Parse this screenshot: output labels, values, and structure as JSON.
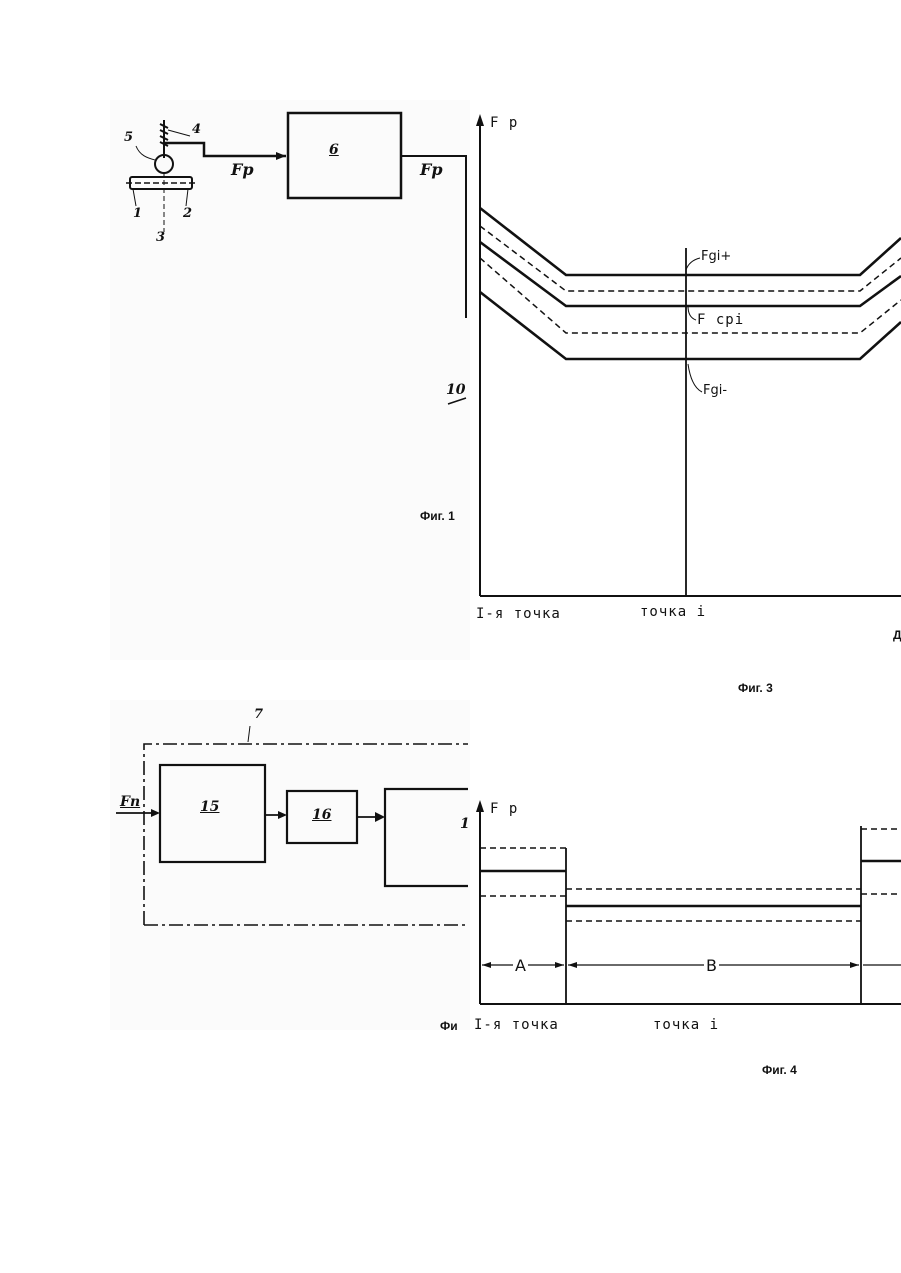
{
  "fig1": {
    "caption": "Фиг. 1",
    "parts": {
      "p1": "1",
      "p2": "2",
      "p3": "3",
      "p4": "4",
      "p5": "5",
      "box6": "6",
      "box10": "10"
    },
    "signal_left": "Fp",
    "signal_right": "Fp"
  },
  "fig2": {
    "caption_partial": "Фи",
    "frame_label": "7",
    "input": "Fn",
    "box15": "15",
    "box16": "16",
    "box17_partial": "1"
  },
  "fig3": {
    "caption": "Фиг. 3",
    "y_axis": "F p",
    "curve_labels": {
      "upper": "Fgi+",
      "mid": "F cpi",
      "lower": "Fgi-"
    },
    "x_labels": {
      "first": "I-я точка",
      "middle": "точка i",
      "right_partial": "Д"
    }
  },
  "fig4": {
    "caption": "Фиг. 4",
    "y_axis": "F p",
    "zone_a": "A",
    "zone_b": "B",
    "x_labels": {
      "first": "I-я точка",
      "middle": "точка i"
    }
  }
}
